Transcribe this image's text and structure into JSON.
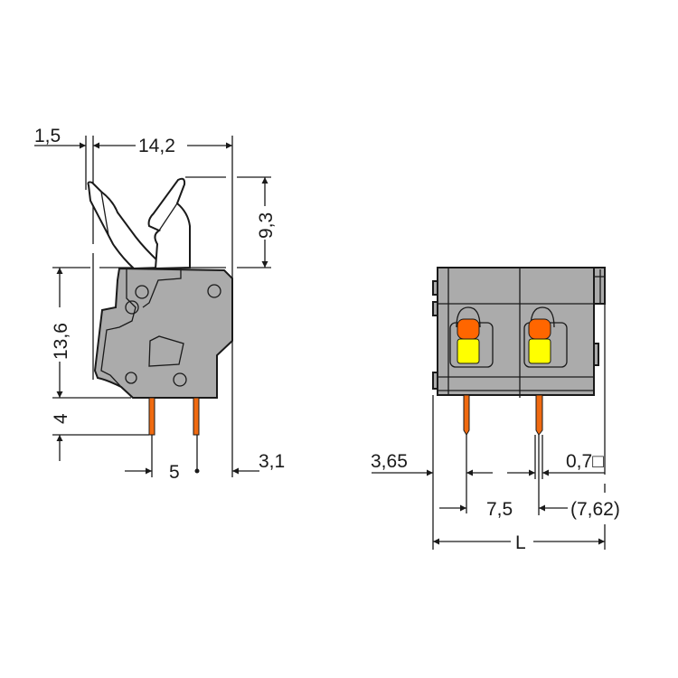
{
  "title": "Terminal block dimensional drawing",
  "side_view": {
    "dims": {
      "lever_offset": "1,5",
      "width": "14,2",
      "lever_height": "9,3",
      "body_height": "13,6",
      "pin_length": "4",
      "pin_pitch": "5",
      "rear_offset": "3,1"
    }
  },
  "front_view": {
    "dims": {
      "edge_offset": "3,65",
      "pin_diameter": "0,7□",
      "pitch": "7,5",
      "alt_pitch": "(7,62)",
      "length": "L"
    }
  },
  "colors": {
    "housing": "#ababab",
    "lever_orange": "#ff6600",
    "marker_yellow": "#ffff00",
    "pin": "#f06a10"
  }
}
